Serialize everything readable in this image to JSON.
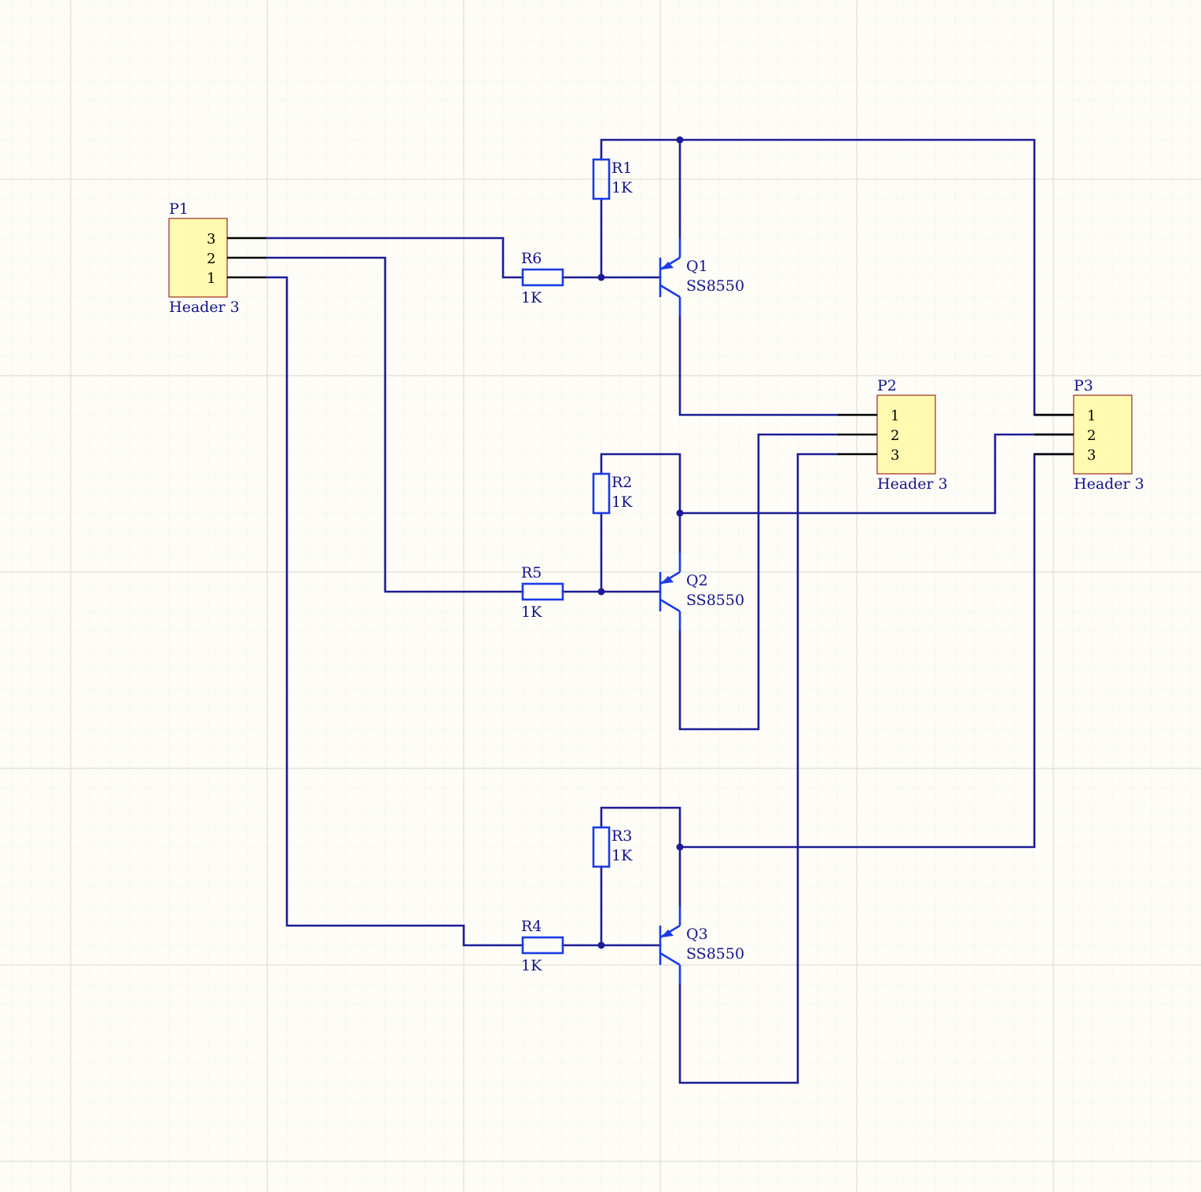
{
  "colors": {
    "background": "#fdfcf7",
    "grid_minor": "#eceae2",
    "grid_major": "#e0ded6",
    "wire": "#1c1c96",
    "component": "#1a3be6",
    "label": "#14148c",
    "header_fill": "#fffab0",
    "header_border": "#8b0000"
  },
  "headers": [
    {
      "id": "P1",
      "designator": "P1",
      "comment": "Header 3",
      "pins": [
        "3",
        "2",
        "1"
      ]
    },
    {
      "id": "P2",
      "designator": "P2",
      "comment": "Header 3",
      "pins": [
        "1",
        "2",
        "3"
      ]
    },
    {
      "id": "P3",
      "designator": "P3",
      "comment": "Header 3",
      "pins": [
        "1",
        "2",
        "3"
      ]
    }
  ],
  "resistors": [
    {
      "id": "R1",
      "designator": "R1",
      "value": "1K"
    },
    {
      "id": "R2",
      "designator": "R2",
      "value": "1K"
    },
    {
      "id": "R3",
      "designator": "R3",
      "value": "1K"
    },
    {
      "id": "R4",
      "designator": "R4",
      "value": "1K"
    },
    {
      "id": "R5",
      "designator": "R5",
      "value": "1K"
    },
    {
      "id": "R6",
      "designator": "R6",
      "value": "1K"
    }
  ],
  "transistors": [
    {
      "id": "Q1",
      "designator": "Q1",
      "part": "SS8550",
      "type": "PNP"
    },
    {
      "id": "Q2",
      "designator": "Q2",
      "part": "SS8550",
      "type": "PNP"
    },
    {
      "id": "Q3",
      "designator": "Q3",
      "part": "SS8550",
      "type": "PNP"
    }
  ]
}
